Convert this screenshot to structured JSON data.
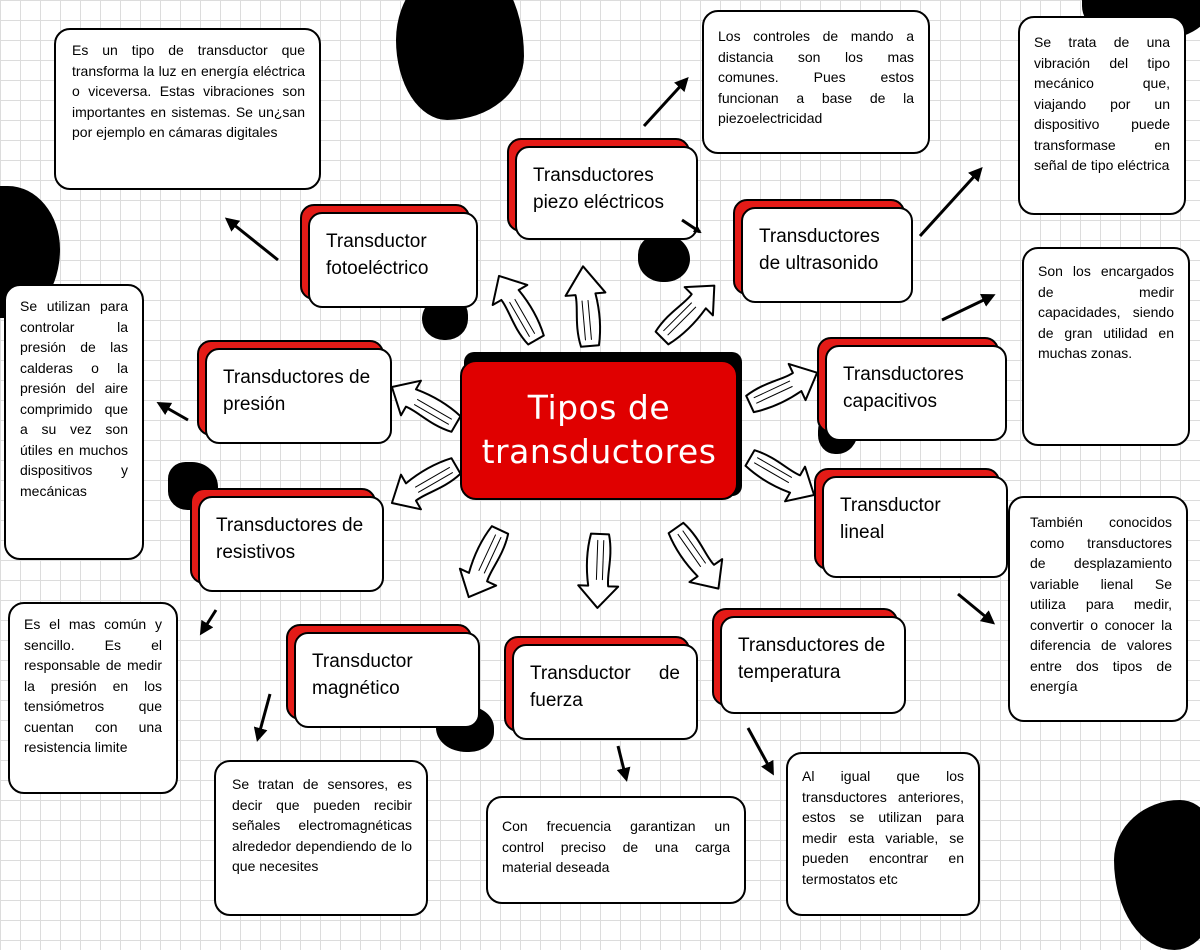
{
  "center": {
    "title": "Tipos de transductores"
  },
  "nodes": {
    "fotoelectrico": "Transductor fotoeléctrico",
    "piezo": "Transductores piezo eléctricos",
    "ultrasonido": "Transductores de ultrasonido",
    "presion": "Transductores de presión",
    "capacitivos": "Transductores capacitivos",
    "resistivos": "Transductores de resistivos",
    "lineal": "Transductor lineal",
    "magnetico": "Transductor magnético",
    "fuerza": "Transductor de fuerza",
    "temperatura": "Transductores de temperatura"
  },
  "descriptions": {
    "fotoelectrico": "Es un tipo de transductor que transforma la luz en energía eléctrica o viceversa. Estas vibraciones son importantes en sistemas. Se un¿san por ejemplo en cámaras digitales",
    "piezo": "Los controles de mando a distancia son los mas comunes. Pues estos funcionan a base de la piezoelectricidad",
    "ultrasonido": "Se trata de una vibración del tipo mecánico que, viajando por un dispositivo puede transformase en señal de tipo eléctrica",
    "capacitivos": "Son los encargados de medir capacidades, siendo de gran utilidad en muchas zonas.",
    "presion": "Se utilizan para controlar la presión de las calderas o la presión del aire comprimido que a su vez son útiles en muchos dispositivos y mecánicas",
    "resistivos": "Es el mas común y sencillo. Es el responsable de medir la presión en los tensiómetros que cuentan con una resistencia limite",
    "lineal": "También conocidos como transductores de desplazamiento variable lienal Se utiliza para medir, convertir o conocer la diferencia de valores entre dos tipos de energía",
    "magnetico": "Se tratan de sensores, es decir que pueden recibir señales electromagnéticas alrededor dependiendo de lo que necesites",
    "fuerza": "Con frecuencia garantizan un control preciso de una carga material deseada",
    "temperatura": "Al igual que los transductores anteriores, estos se utilizan para medir esta variable, se pueden encontrar en termostatos etc"
  }
}
